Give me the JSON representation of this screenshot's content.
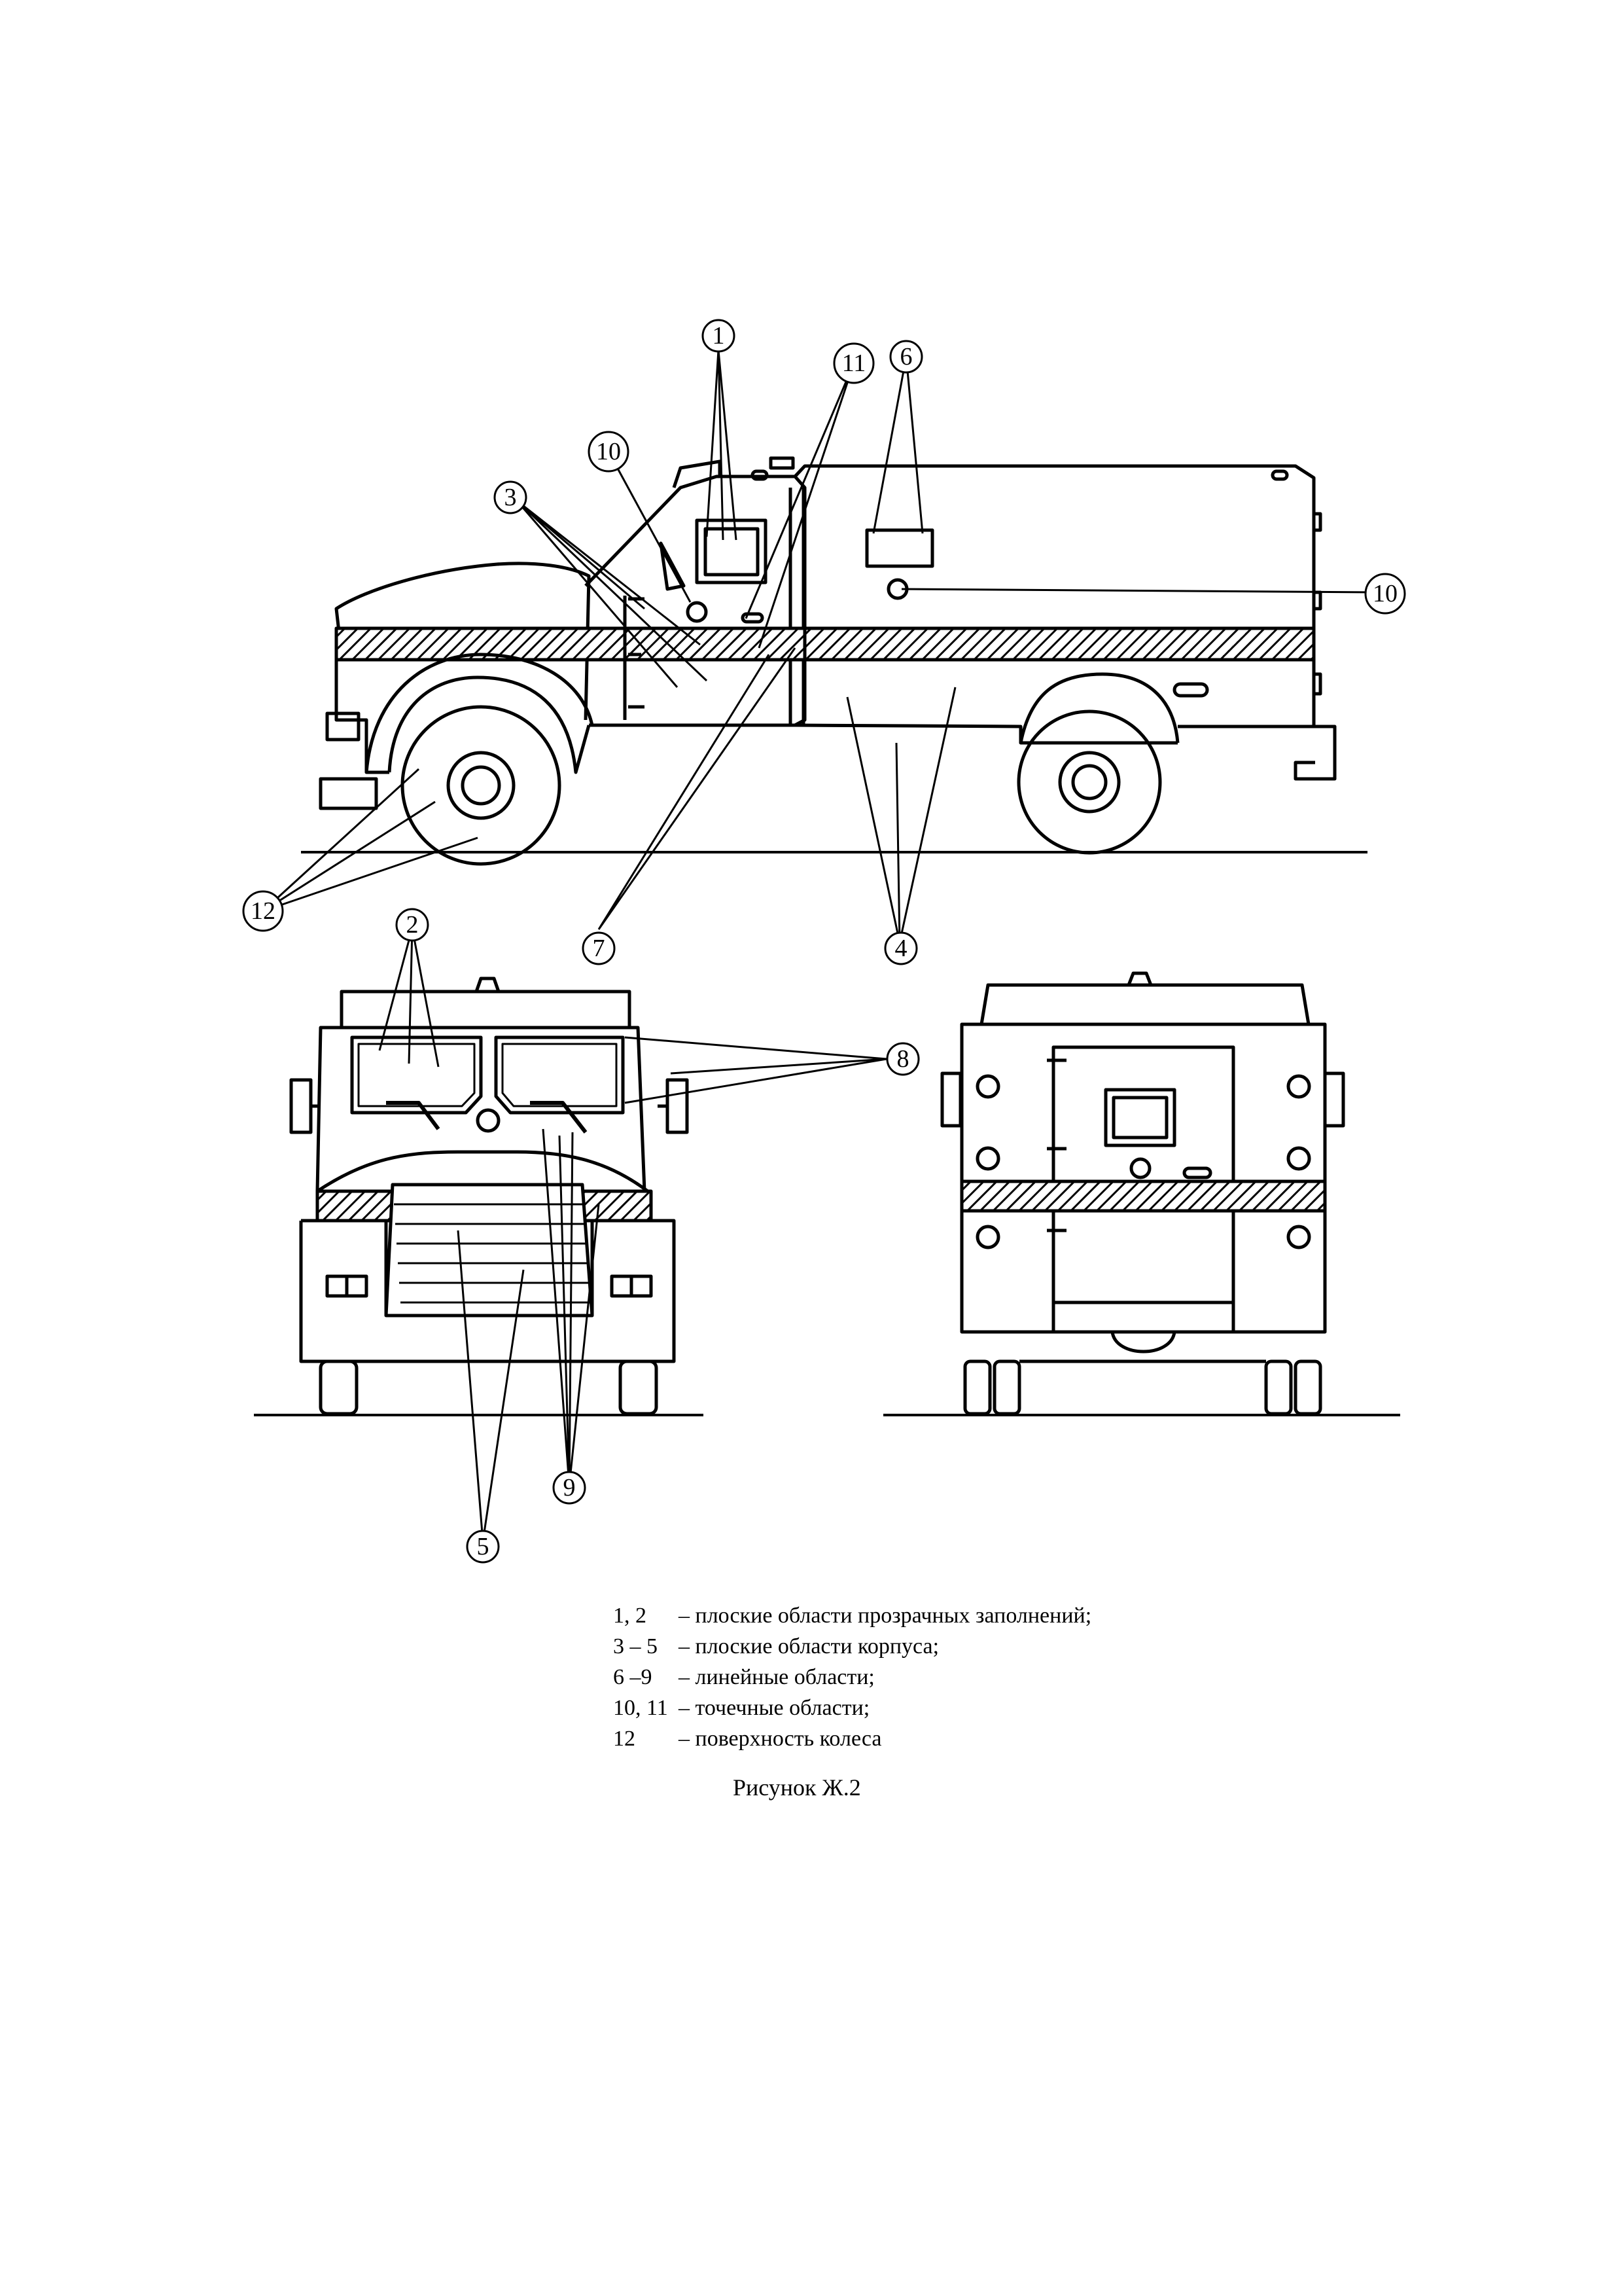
{
  "callouts": [
    "1",
    "2",
    "3",
    "4",
    "5",
    "6",
    "7",
    "8",
    "9",
    "10",
    "10",
    "11",
    "12"
  ],
  "legend": [
    {
      "key": "1, 2",
      "text": "– плоские области прозрачных заполнений;"
    },
    {
      "key": "3 – 5",
      "text": "– плоские области корпуса;"
    },
    {
      "key": "6 –9",
      "text": "– линейные области;"
    },
    {
      "key": "10, 11",
      "text": "– точечные области;"
    },
    {
      "key": "12",
      "text": "– поверхность колеса"
    }
  ],
  "caption": "Рисунок Ж.2"
}
